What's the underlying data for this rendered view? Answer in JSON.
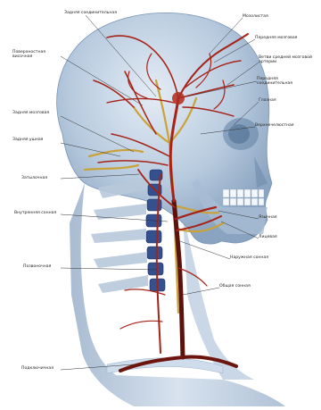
{
  "labels": {
    "l1": "Задняя соединительная",
    "l2": "Поверхностная височная",
    "l3": "Задняя мозговая",
    "l4": "Задняя ушная",
    "l5": "Затылочная",
    "l6": "Внутренняя сонная",
    "l7": "Позвоночная",
    "l8": "Подключичная",
    "r1": "Мозолистая",
    "r2": "Передняя мозговая",
    "r3": "Ветви средней мозговой артерии",
    "r4": "Передняя соединительная",
    "r5": "Глазная",
    "r6": "Верхнечелюстная",
    "r7": "Язычная",
    "r8": "Лицевая",
    "r9": "Наружная сонная",
    "r10": "Общая сонная"
  },
  "colors": {
    "artery": "#a62318",
    "artery_dark": "#5a120c",
    "vein": "#c9a23a",
    "skull": "#9fb6cf",
    "skull_light": "#cfdceb",
    "spine": "#2f4a8a",
    "leader": "#333333"
  }
}
